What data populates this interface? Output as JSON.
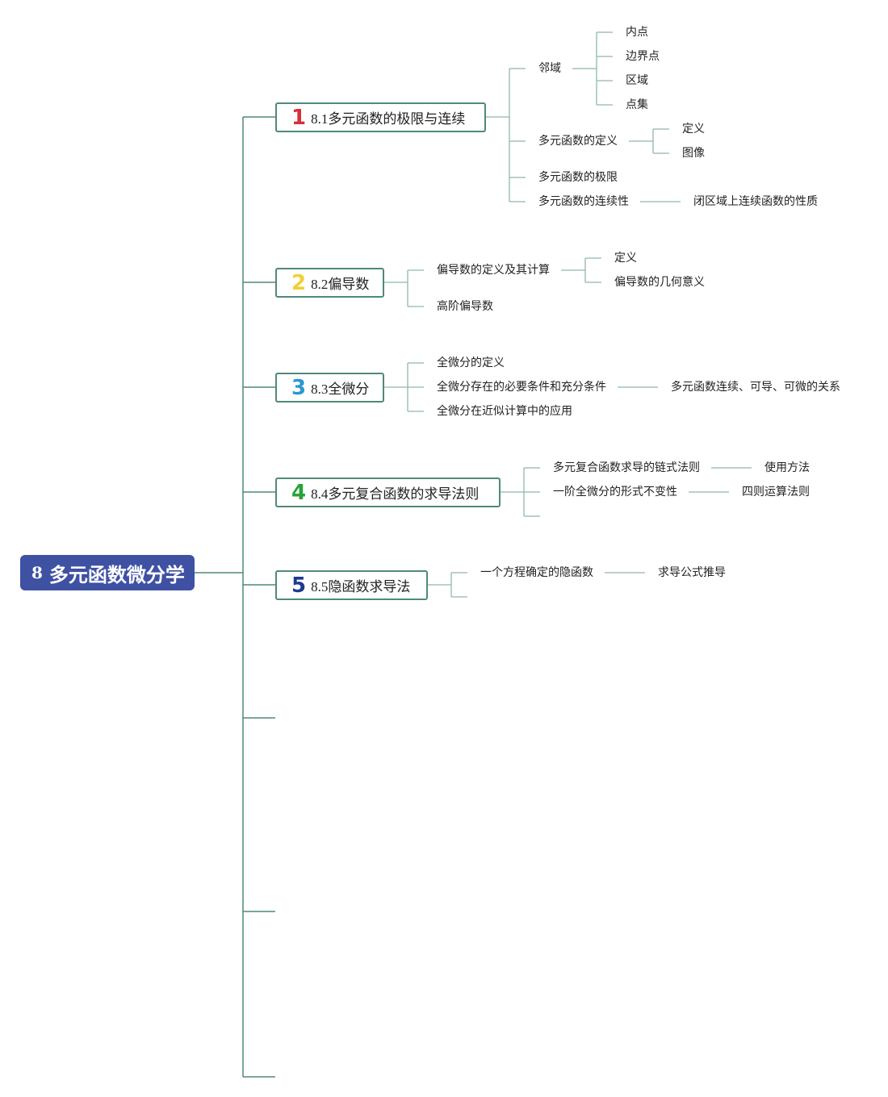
{
  "root": {
    "num": "8",
    "title": "多元函数微分学"
  },
  "colors": {
    "root": "#3f51a3",
    "line": "#4f8a78",
    "n1": "#d62f3a",
    "n2": "#f2cf36",
    "n3": "#2a97d2",
    "n4": "#28a33a",
    "n5": "#1f3b8f"
  },
  "sections": [
    {
      "num": "1",
      "code": "8.1",
      "title": "多元函数的极限与连续"
    },
    {
      "num": "2",
      "code": "8.2",
      "title": "偏导数"
    },
    {
      "num": "3",
      "code": "8.3",
      "title": "全微分"
    },
    {
      "num": "4",
      "code": "8.4",
      "title": "多元复合函数的求导法则"
    },
    {
      "num": "5",
      "code": "8.5",
      "title": "隐函数求导法"
    }
  ],
  "s1": {
    "neighborhood": "邻域",
    "nb_children": [
      "内点",
      "边界点",
      "区域",
      "点集"
    ],
    "def": "多元函数的定义",
    "def_children": [
      "定义",
      "图像"
    ],
    "limit": "多元函数的极限",
    "cont": "多元函数的连续性",
    "cont_child": "闭区域上连续函数的性质"
  },
  "s2": {
    "pd": "偏导数的定义及其计算",
    "pd_children": [
      "定义",
      "偏导数的几何意义"
    ],
    "high": "高阶偏导数"
  },
  "s3": {
    "def": "全微分的定义",
    "cond": "全微分存在的必要条件和充分条件",
    "cond_child": "多元函数连续、可导、可微的关系",
    "app": "全微分在近似计算中的应用"
  },
  "s4": {
    "chain": "多元复合函数求导的链式法则",
    "chain_child": "使用方法",
    "inv": "一阶全微分的形式不变性",
    "inv_child": "四则运算法则"
  },
  "s5": {
    "eq": "一个方程确定的隐函数",
    "eq_child": "求导公式推导"
  }
}
